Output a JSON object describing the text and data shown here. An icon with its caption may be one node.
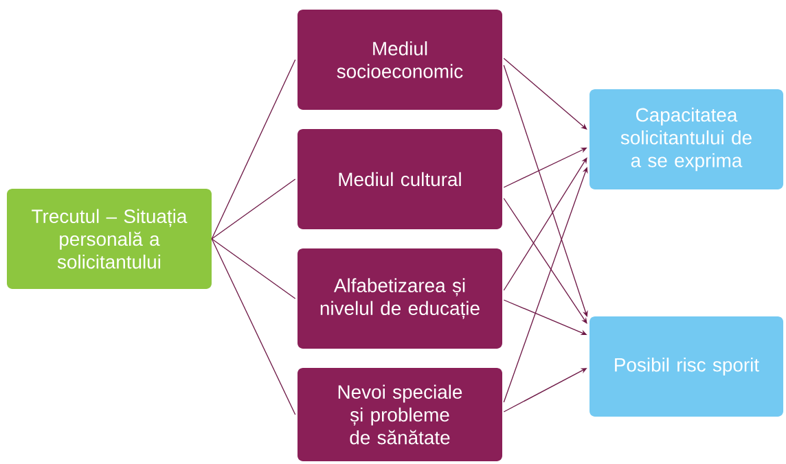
{
  "diagram": {
    "nodes": [
      {
        "text": [
          "Trecutul – Situația personală a solicitantului"
        ]
      },
      {
        "text": [
          "Mediul socioeconomic"
        ]
      },
      {
        "text": [
          "Mediul cultural"
        ]
      },
      {
        "text": [
          "Alfabetizarea și nivelul de educație"
        ]
      },
      {
        "text": [
          "Nevoi speciale și probleme de sănătate"
        ]
      },
      {
        "text": [
          "Capacitatea solicitantului de a se exprima"
        ]
      },
      {
        "text": [
          "Posibil risc sporit"
        ]
      }
    ],
    "edges": [
      {
        "from": 0,
        "to": 1,
        "arrow": "none"
      },
      {
        "from": 0,
        "to": 2,
        "arrow": "none"
      },
      {
        "from": 0,
        "to": 3,
        "arrow": "none"
      },
      {
        "from": 0,
        "to": 4,
        "arrow": "none"
      },
      {
        "from": 1,
        "to": 5,
        "arrow": "to"
      },
      {
        "from": 1,
        "to": 6,
        "arrow": "to"
      },
      {
        "from": 2,
        "to": 5,
        "arrow": "to"
      },
      {
        "from": 2,
        "to": 6,
        "arrow": "to"
      },
      {
        "from": 3,
        "to": 5,
        "arrow": "to"
      },
      {
        "from": 3,
        "to": 6,
        "arrow": "to"
      },
      {
        "from": 4,
        "to": 5,
        "arrow": "to"
      },
      {
        "from": 4,
        "to": 6,
        "arrow": "to"
      }
    ]
  }
}
